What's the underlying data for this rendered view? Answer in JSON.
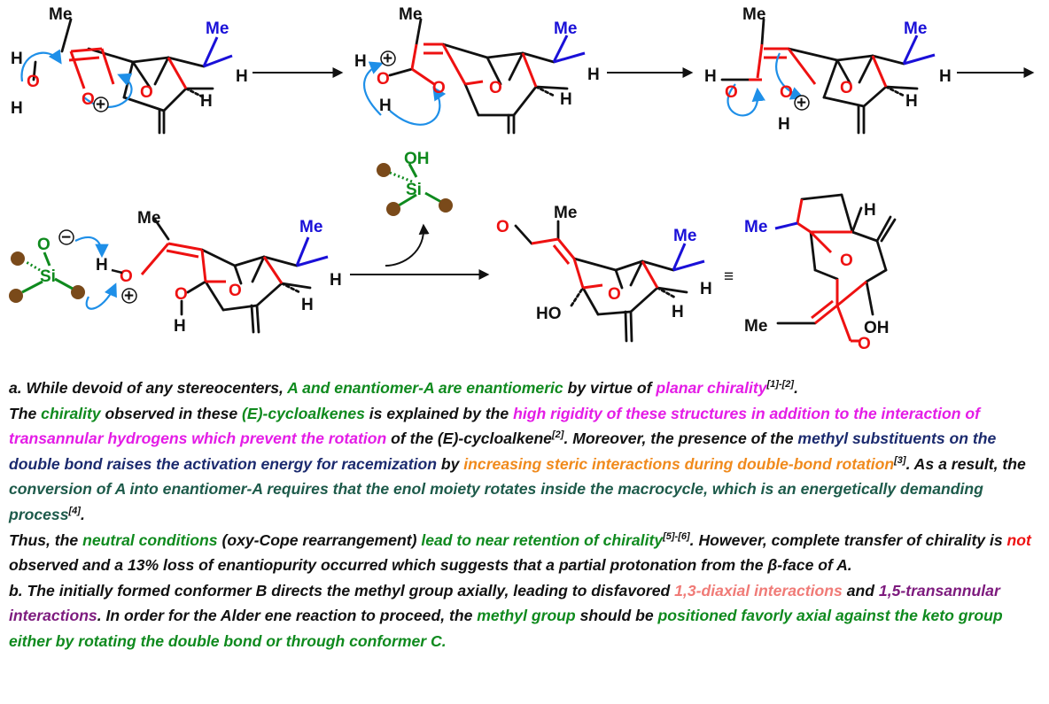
{
  "labels": {
    "me": "Me",
    "h": "H",
    "o": "O",
    "oh": "OH",
    "ho": "HO",
    "si": "Si",
    "plus": "+",
    "minus": "−",
    "equiv": "≡"
  },
  "note_a": {
    "s1": "a. While devoid of any stereocenters, ",
    "s2": "A and enantiomer-A are enantiomeric",
    "s3": " by virtue of ",
    "s4": "planar chirality",
    "r1": "[1]-[2]",
    "s5": ".",
    "s6": "The ",
    "s7": "chirality",
    "s8": " observed in these ",
    "s9": "(E)-cycloalkenes",
    "s10": " is explained by the ",
    "s11": "high rigidity of these structures in addition to the interaction of transannular hydrogens which prevent the rotation",
    "s12": " of the (E)-cycloalkene",
    "r2": "[2]",
    "s13": ". Moreover, the presence of the ",
    "s14": "methyl substituents on the double bond raises the activation energy for racemization",
    "s15": " by ",
    "s16": "increasing steric interactions during double-bond rotation",
    "r3": "[3]",
    "s17": ". As a result, the ",
    "s18": "conversion of A into enantiomer-A requires that the enol moiety rotates inside the macrocycle, which is an energetically demanding process",
    "r4": "[4]",
    "s19": ".",
    "s20": "Thus, the ",
    "s21": "neutral conditions",
    "s22": " (oxy-Cope rearrangement) ",
    "s23": "lead to near retention of chirality",
    "r5": "[5]-[6]",
    "s24": ". However, complete transfer of chirality is ",
    "s25": "not",
    "s26": " observed and a 13% loss of enantiopurity occurred which suggests that a partial protonation from the ",
    "s27": "β",
    "s28": "-face of A."
  },
  "note_b": {
    "s1": "b. The initially formed conformer B directs the methyl group axially, leading to disfavored ",
    "s2": "1,3-diaxial interactions",
    "s3": " and ",
    "s4": "1,5-transannular interactions",
    "s5": ". In order for the Alder ene reaction to proceed, the ",
    "s6": "methyl group",
    "s7": " should be ",
    "s8": "positioned favorly axial against the keto group either by rotating the double bond or through conformer C."
  },
  "colors": {
    "red_bond": "#ee1111",
    "blue_bond": "#1a10d8",
    "arrow_blue": "#1e8fe8",
    "green": "#0f8a1e",
    "brown_ball": "#7a4a1a",
    "magenta": "#e41ce6",
    "orange": "#f08a1c"
  },
  "icons": [
    "reaction-arrow-icon",
    "curved-arrow-icon",
    "resin-bead-icon",
    "plus-charge-icon",
    "minus-charge-icon"
  ]
}
